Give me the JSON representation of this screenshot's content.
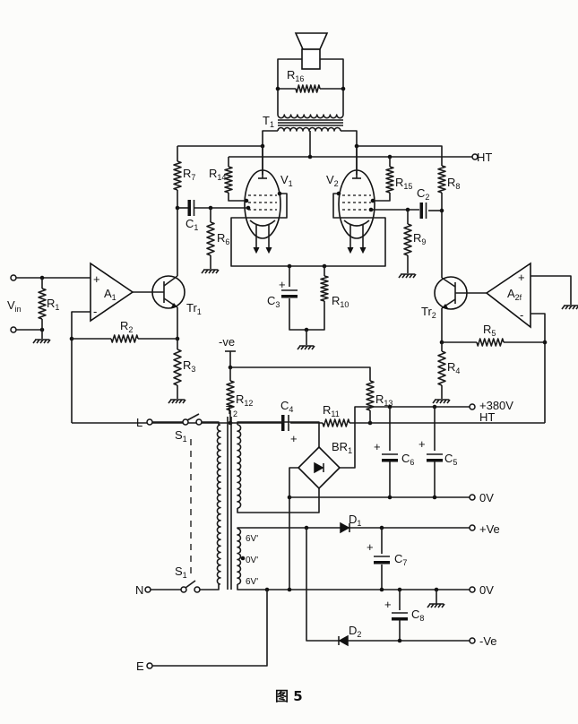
{
  "figure_caption": "图 5",
  "amplifier": {
    "input_label": "V",
    "input_label_sub": "in",
    "opamps": [
      {
        "name": "A",
        "sub": "1"
      },
      {
        "name": "A",
        "sub": "2f"
      }
    ],
    "transistors": [
      {
        "name": "Tr",
        "sub": "1"
      },
      {
        "name": "Tr",
        "sub": "2"
      }
    ],
    "valves": [
      {
        "name": "V",
        "sub": "1"
      },
      {
        "name": "V",
        "sub": "2"
      }
    ],
    "output_transformer": {
      "name": "T",
      "sub": "1"
    },
    "resistors": [
      {
        "name": "R",
        "sub": "1"
      },
      {
        "name": "R",
        "sub": "2"
      },
      {
        "name": "R",
        "sub": "3"
      },
      {
        "name": "R",
        "sub": "4"
      },
      {
        "name": "R",
        "sub": "5"
      },
      {
        "name": "R",
        "sub": "6"
      },
      {
        "name": "R",
        "sub": "7"
      },
      {
        "name": "R",
        "sub": "8"
      },
      {
        "name": "R",
        "sub": "9"
      },
      {
        "name": "R",
        "sub": "10"
      },
      {
        "name": "R",
        "sub": "11"
      },
      {
        "name": "R",
        "sub": "12"
      },
      {
        "name": "R",
        "sub": "13"
      },
      {
        "name": "R",
        "sub": "14"
      },
      {
        "name": "R",
        "sub": "15"
      },
      {
        "name": "R",
        "sub": "16"
      }
    ],
    "capacitors": [
      {
        "name": "C",
        "sub": "1"
      },
      {
        "name": "C",
        "sub": "2"
      },
      {
        "name": "C",
        "sub": "3"
      },
      {
        "name": "C",
        "sub": "4"
      }
    ],
    "ht_label": "HT",
    "neg_supply_label": "-ve",
    "plus": "+",
    "minus": "-"
  },
  "power_supply": {
    "terminals": {
      "live": "L",
      "neutral": "N",
      "earth": "E"
    },
    "switch": {
      "name": "S",
      "sub": "1"
    },
    "transformer": {
      "name": "T",
      "sub": "2"
    },
    "bridge": {
      "name": "BR",
      "sub": "1"
    },
    "capacitors": [
      {
        "name": "C",
        "sub": "5"
      },
      {
        "name": "C",
        "sub": "6"
      },
      {
        "name": "C",
        "sub": "7"
      },
      {
        "name": "C",
        "sub": "8"
      }
    ],
    "diodes": [
      {
        "name": "D",
        "sub": "1"
      },
      {
        "name": "D",
        "sub": "2"
      }
    ],
    "taps": [
      "6V'",
      "0V'",
      "6V'"
    ],
    "outputs": {
      "ht_voltage": "+380V",
      "ht": "HT",
      "zero1": "0V",
      "pos": "+Ve",
      "zero2": "0V",
      "neg": "-Ve"
    },
    "plus": "+"
  }
}
